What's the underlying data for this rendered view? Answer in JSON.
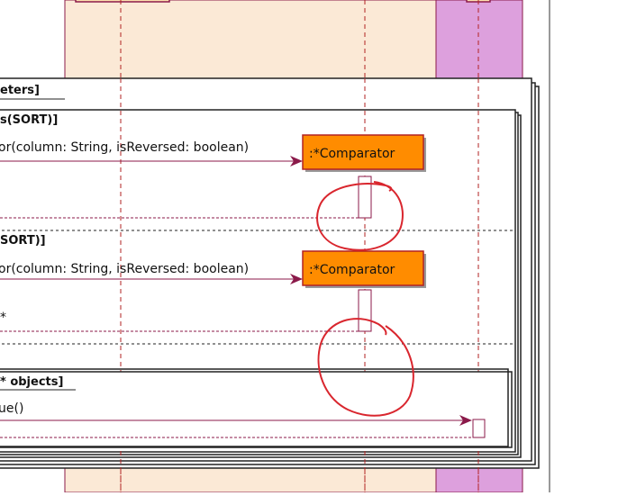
{
  "fragments": {
    "outer_label": "eters]",
    "inner1_label": "s(SORT)]",
    "inner2_label": "SORT)]",
    "loop_label": "* objects]"
  },
  "messages": {
    "create_comparator_1": "or(column: String, isReversed: boolean)",
    "create_comparator_2": "or(column: String, isReversed: boolean)",
    "return_star": "*",
    "call_value": "ue()"
  },
  "participants": {
    "comparator_1": ":*Comparator",
    "comparator_2": ":*Comparator"
  },
  "colors": {
    "lane_left": "#fbe9d6",
    "lane_right": "#dda0dd",
    "participant_fill": "#ff8c00",
    "participant_border": "#b22222",
    "arrow": "#8b1a4a",
    "annotation": "#d9262e"
  }
}
